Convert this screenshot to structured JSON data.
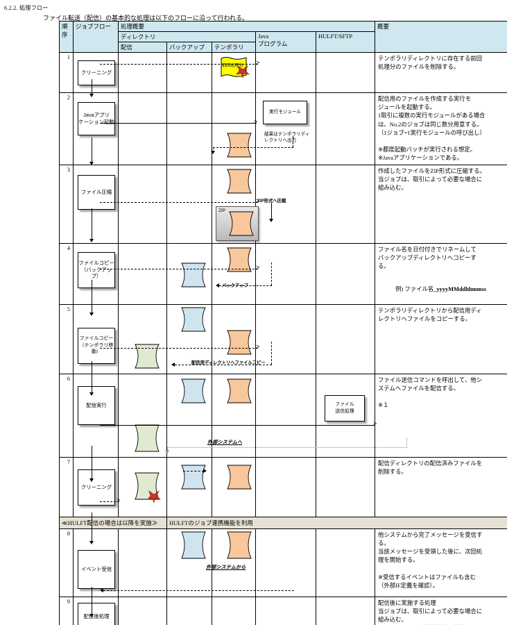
{
  "doc": {
    "section_number": "6.2.2.",
    "section_title": "処理フロー",
    "lead_text": "ファイル転送（配信）の基本的な処理は以下のフローに沿って行われる。"
  },
  "table": {
    "headers": {
      "order": "順序",
      "job_flow": "ジョブフロー",
      "process_overview": "処理概要",
      "directory": "ディレクトリ",
      "delivery": "配信",
      "backup": "バックアップ",
      "temporary": "テンポラリ",
      "java_line1": "Java",
      "java_line2": "プログラム",
      "hulft_sftp": "HULFT/SFTP",
      "summary": "概要"
    },
    "separator_row": {
      "left_label": "≪HULFT配信の場合は以降を実施≫",
      "mid_label": "HULFTのジョブ連携機能を利用"
    },
    "rows": [
      {
        "no": "1",
        "job_box": "クリーニング",
        "shape_label": "前回処理分",
        "summary": "テンポラリディレクトリに存在する前回\n処理分のファイルを削除する。"
      },
      {
        "no": "2",
        "job_box_line1": "Javaアプリ",
        "job_box_line2": "ケーション起動",
        "module_box": "実行モジュール",
        "note_line1": "結果はテンポラリディ",
        "note_line2": "レクトリへ出力",
        "summary": "配信用のファイルを作成する実行モ\nジュールを起動する。\n1取引に複数の実行モジュールがある場合\nは、No.2のジョブは同じ数分用意する。\n（1ジョブ=1実行モジュールの呼び出し）\n\n※都度起動バッチが実行される想定。\n※Javaアプリケーションである。"
      },
      {
        "no": "3",
        "job_box": "ファイル圧縮",
        "zip_label": "ZIP",
        "note": "ZIP形式へ圧縮",
        "summary": "作成したファイルをZIP形式に圧縮する。\n当ジョブは、取引によって必要な場合に\n組み込む。"
      },
      {
        "no": "4",
        "job_box_line1": "ファイルコピー",
        "job_box_line2": "（バックアップ）",
        "note": "バックアップ",
        "summary_line1": "ファイル名を日付付きでリネームして",
        "summary_line2": "バックアップディレクトリへコピーす",
        "summary_line3": "る。",
        "summary_example_prefix": "例) ファイル名",
        "summary_example_bold": "_yyyyMMddhhmmss"
      },
      {
        "no": "5",
        "job_box_line1": "ファイルコピー",
        "job_box_line2": "（テンポラリ移動）",
        "note": "配信用ディレクトリへファイルコピー",
        "summary": "テンポラリディレクトリから配信用ディ\nレクトリへファイルをコピーする。"
      },
      {
        "no": "6",
        "job_box": "配信実行",
        "send_box_line1": "ファイル",
        "send_box_line2": "送信処理",
        "external_label": "外部システムへ",
        "summary": "ファイル送信コマンドを呼出して、他シ\nステムへファイルを配信する。\n\n※１"
      },
      {
        "no": "7",
        "job_box": "クリーニング",
        "summary": "配信ディレクトリの配信済みファイルを\n削除する。"
      },
      {
        "no": "8",
        "job_box": "イベント受信",
        "external_label": "外部システムから",
        "summary": "他システムから完了メッセージを受信す\nる。\n当該メッセージを受領した後に、次回処\n理を開始する。\n\n※受信するイベントはファイルも含む\n（外部IF定義を確認）。"
      },
      {
        "no": "9",
        "job_box": "配信後処理",
        "summary": "配信後に実施する処理\n当ジョブは、取引によって必要な場合に\n組み込む。\n※HULFTのジョブ連携機能に設定する"
      }
    ]
  },
  "colors": {
    "header_bg": "#cfe7ef",
    "separator_bg": "#e6e2d3",
    "yellow_doc": "#ffff00",
    "orange_cyl": "#f8c79b",
    "blue_cyl": "#cfe4ef",
    "green_cyl": "#e0e9d2",
    "xmark_red": "#c00000"
  }
}
